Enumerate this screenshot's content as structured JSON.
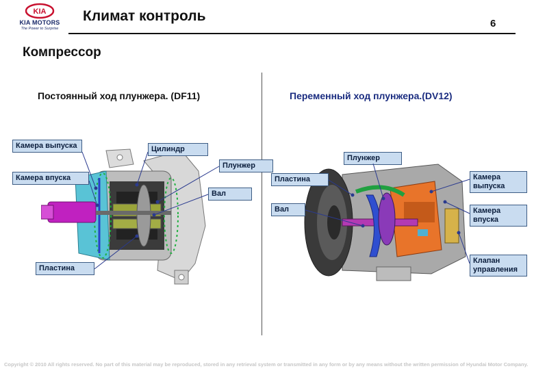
{
  "brand": {
    "name": "KIA MOTORS",
    "slogan": "The Power to Surprise",
    "logo_text": "KIA"
  },
  "header": {
    "title": "Климат контроль",
    "page_number": "6"
  },
  "section": {
    "title": "Компрессор"
  },
  "left": {
    "heading": "Постоянный ход плунжера. (DF11)",
    "labels": {
      "discharge": "Камера выпуска",
      "intake": "Камера впуска",
      "cylinder": "Цилиндр",
      "plunger": "Плунжер",
      "shaft": "Вал",
      "plate": "Пластина"
    }
  },
  "right": {
    "heading": "Переменный ход плунжера.(DV12)",
    "labels": {
      "plunger": "Плунжер",
      "plate": "Пластина",
      "shaft": "Вал",
      "discharge": "Камера выпуска",
      "intake": "Камера впуска",
      "valve": "Клапан управления"
    }
  },
  "footer": {
    "copyright": "Copyright © 2010 All rights reserved. No part of this material may be reproduced, stored in any retrieval system or transmitted in any form or by any means without the written permission of Hyundai Motor Company."
  },
  "colors": {
    "accent_title": "#1a2c80",
    "callout_bg": "#c9dcf0",
    "callout_border": "#3d5c84",
    "logo_red": "#c8102e"
  }
}
